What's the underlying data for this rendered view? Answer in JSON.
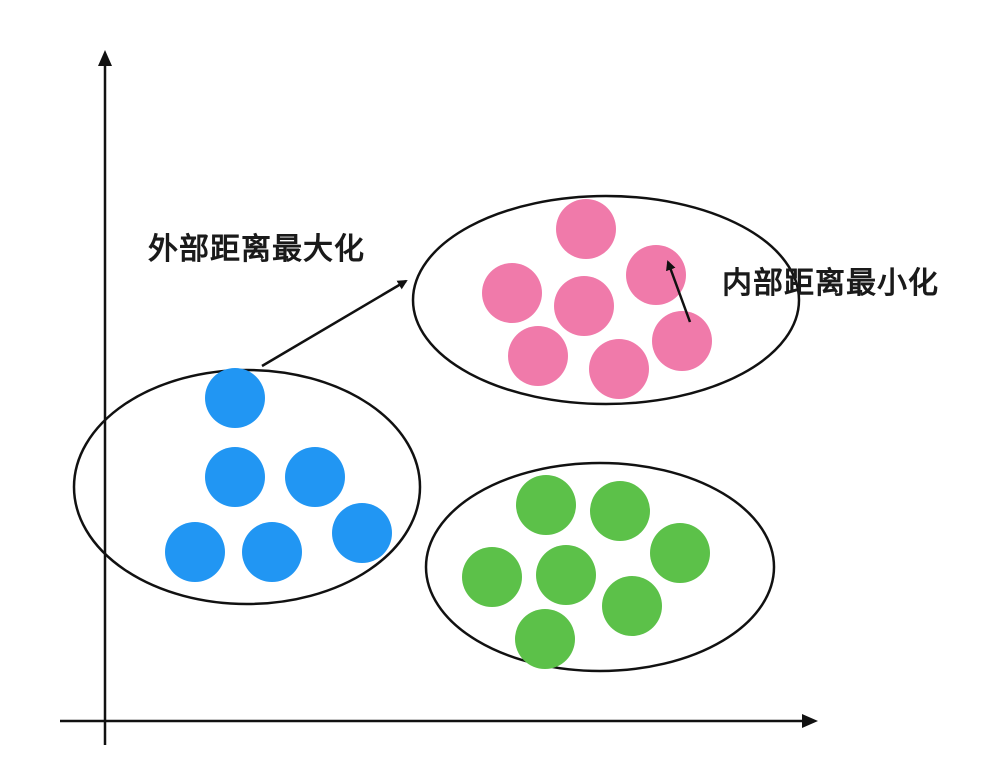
{
  "labels": {
    "outer": "外部距离最大化",
    "inner": "内部距离最小化"
  },
  "colors": {
    "line": "#111111",
    "cluster_blue": "#2196f3",
    "cluster_pink": "#f07aaa",
    "cluster_green": "#5cc149",
    "background": "#ffffff"
  },
  "clusters": [
    {
      "name": "blue-cluster",
      "color_key": "cluster_blue",
      "point_count": 6
    },
    {
      "name": "pink-cluster",
      "color_key": "cluster_pink",
      "point_count": 7
    },
    {
      "name": "green-cluster",
      "color_key": "cluster_green",
      "point_count": 7
    }
  ]
}
